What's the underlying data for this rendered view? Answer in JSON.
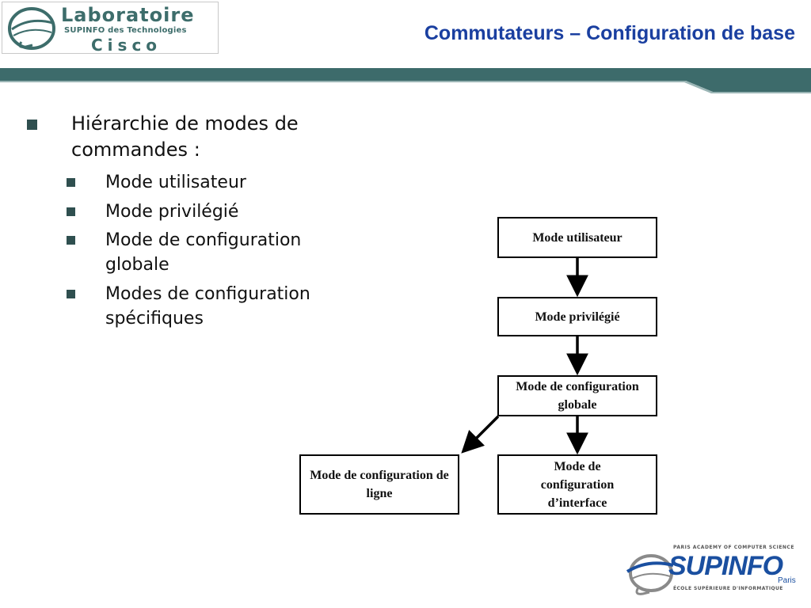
{
  "header": {
    "logo": {
      "line1": "Laboratoire",
      "line2": "SUPINFO des Technologies",
      "line3": "Cisco"
    },
    "title": "Commutateurs – Configuration de base",
    "accent_color": "#3d6b6b"
  },
  "content": {
    "bullet": {
      "text": "Hiérarchie de modes de commandes :",
      "sub_items": [
        "Mode utilisateur",
        "Mode privilégié",
        "Mode de configuration globale",
        "Modes de configuration spécifiques"
      ]
    }
  },
  "diagram": {
    "nodes": {
      "user_mode": "Mode utilisateur",
      "privileged_mode": "Mode privilégié",
      "global_config": "Mode de configuration globale",
      "line_config": "Mode de configuration de ligne",
      "interface_config": "Mode de configuration d’interface"
    }
  },
  "footer": {
    "logo": {
      "top": "PARIS ACADEMY OF COMPUTER SCIENCE",
      "name": "SUPINFO",
      "city": "Paris",
      "bottom": "ÉCOLE SUPÉRIEURE D'INFORMATIQUE"
    }
  }
}
